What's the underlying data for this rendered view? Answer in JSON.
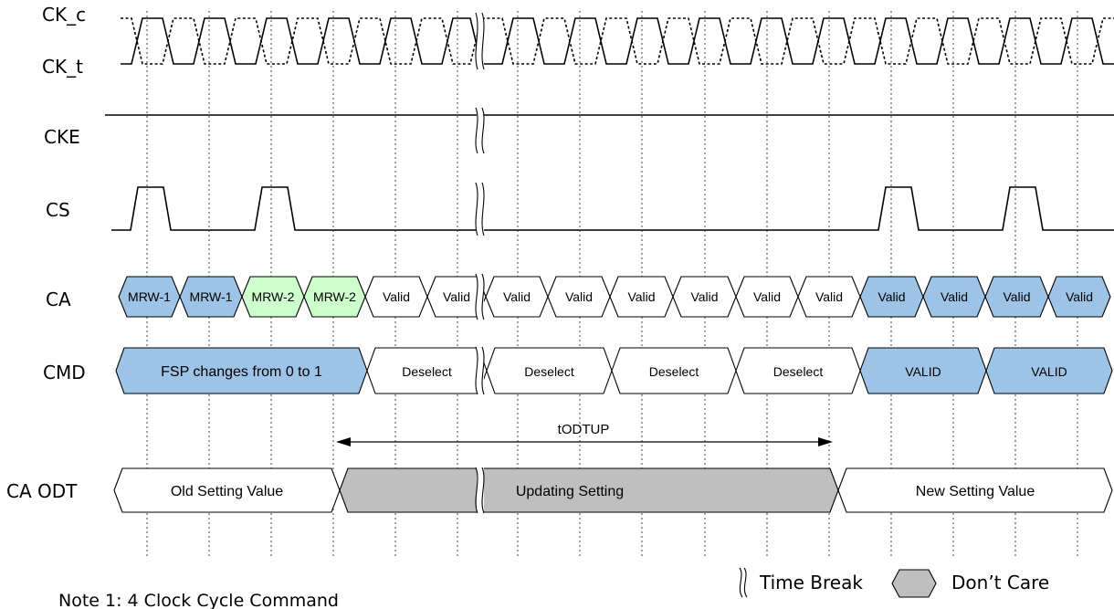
{
  "signals": {
    "ck_c": "CK_c",
    "ck_t": "CK_t",
    "cke": "CKE",
    "cs": "CS",
    "ca": "CA",
    "cmd": "CMD",
    "ca_odt": "CA ODT"
  },
  "ca_bus": [
    "MRW-1",
    "MRW-1",
    "MRW-2",
    "MRW-2",
    "Valid",
    "Valid",
    "Valid",
    "Valid",
    "Valid",
    "Valid",
    "Valid",
    "Valid",
    "Valid",
    "Valid",
    "Valid",
    "Valid"
  ],
  "cmd_bus": [
    "FSP changes from 0 to 1",
    "Deselect",
    "Deselect",
    "Deselect",
    "Deselect",
    "VALID",
    "VALID"
  ],
  "timing": {
    "todtup": "tODTUP"
  },
  "ca_odt_bus": [
    "Old Setting Value",
    "Updating Setting",
    "New Setting Value"
  ],
  "legend": {
    "time_break": "Time Break",
    "dont_care": "Don’t Care"
  },
  "note": "Note 1: 4 Clock Cycle Command",
  "colors": {
    "blue": "#9dc3e6",
    "green": "#ccffcc",
    "gray": "#bfbfbf",
    "white": "#ffffff"
  }
}
